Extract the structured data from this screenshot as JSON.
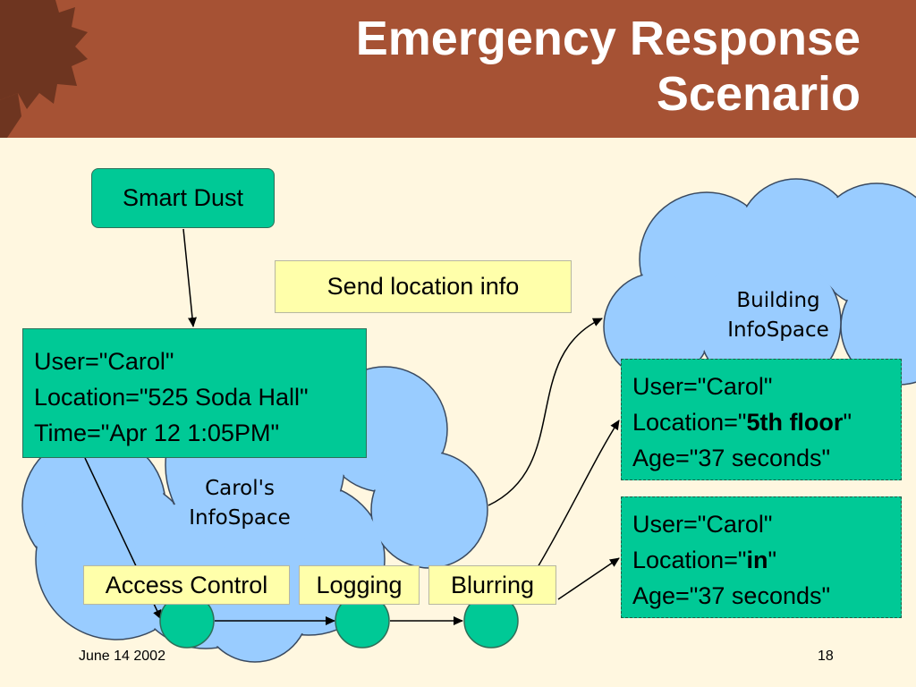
{
  "slide": {
    "title_line1": "Emergency Response",
    "title_line2": "Scenario",
    "footer_date": "June 14 2002",
    "page_number": "18"
  },
  "colors": {
    "header": "#A65234",
    "background": "#FFF7E0",
    "cloud": "#99CCFF",
    "record_box": "#00C996",
    "note_box": "#FFFFAA"
  },
  "nodes": {
    "smart_dust": "Smart Dust",
    "send_location": "Send location info",
    "carol_infospace_line1": "Carol's",
    "carol_infospace_line2": "InfoSpace",
    "building_infospace_line1": "Building",
    "building_infospace_line2": "InfoSpace"
  },
  "carol_record": {
    "user": "User=\"Carol\"",
    "location": "Location=\"525 Soda Hall\"",
    "time": "Time=\"Apr 12 1:05PM\""
  },
  "building_record_1": {
    "user": "User=\"Carol\"",
    "location_prefix": "Location=\"",
    "location_value": "5th floor",
    "location_suffix": "\"",
    "age": "Age=\"37 seconds\""
  },
  "building_record_2": {
    "user": "User=\"Carol\"",
    "location_prefix": "Location=\"",
    "location_value": "in",
    "location_suffix": "\"",
    "age": "Age=\"37 seconds\""
  },
  "pipeline": {
    "access_control": "Access Control",
    "logging": "Logging",
    "blurring": "Blurring"
  }
}
